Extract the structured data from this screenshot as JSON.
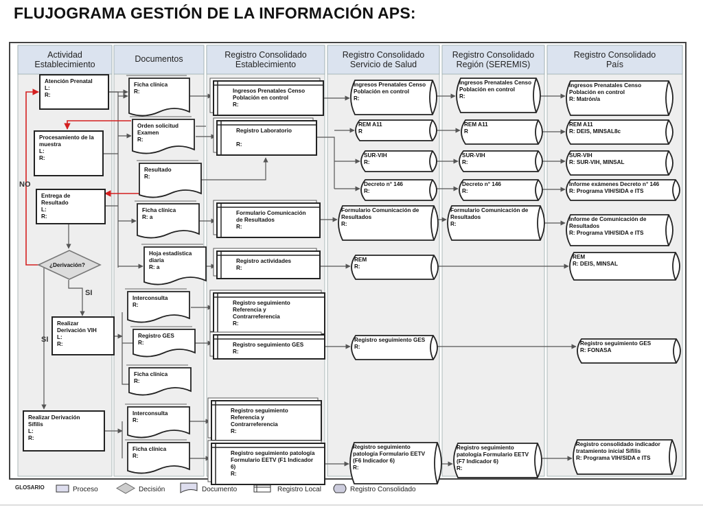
{
  "title": "FLUJOGRAMA GESTIÓN DE LA INFORMACIÓN APS:",
  "colors": {
    "lane_header_bg": "#dbe3ef",
    "lane_bg": "#eeeeee",
    "line": "#555555",
    "red": "#d41e1e",
    "region_header_text": "#d41e1e"
  },
  "lanes": [
    {
      "id": "actividad",
      "lines": [
        "Actividad",
        "Establecimiento"
      ]
    },
    {
      "id": "documentos",
      "lines": [
        "Documentos"
      ]
    },
    {
      "id": "reg_est",
      "lines": [
        "Registro Consolidado",
        "Establecimiento"
      ]
    },
    {
      "id": "reg_ss",
      "lines": [
        "Registro Consolidado",
        "Servicio de Salud"
      ]
    },
    {
      "id": "reg_region",
      "lines": [
        "Registro Consolidado",
        "Región (SEREMIS)"
      ]
    },
    {
      "id": "reg_pais",
      "lines": [
        "Registro Consolidado",
        "País"
      ]
    }
  ],
  "side_labels": {
    "no": "NO",
    "si_top": "SI",
    "si_left": "SI"
  },
  "nodes": {
    "atencion": {
      "lines": [
        "Atención Prenatal",
        "L:",
        "R:"
      ]
    },
    "procesamiento": {
      "lines": [
        "Procesamiento de la",
        "muestra",
        "L:",
        "R:"
      ]
    },
    "entrega": {
      "lines": [
        "Entrega de",
        "Resultado",
        "L:",
        "R:"
      ]
    },
    "derivacion": {
      "lines": [
        "¿Derivación?"
      ]
    },
    "realizar_vih": {
      "lines": [
        "Realizar",
        "Derivación VIH",
        "L:",
        "R:"
      ]
    },
    "realizar_sifilis": {
      "lines": [
        "Realizar Derivación",
        "Sífilis",
        "L:",
        "R:"
      ]
    },
    "d_ficha1": {
      "lines": [
        "Ficha clínica",
        "R:"
      ]
    },
    "d_orden": {
      "lines": [
        "Orden solicitud",
        "Examen",
        "R:"
      ]
    },
    "d_resultado": {
      "lines": [
        "Resultado",
        "R:"
      ]
    },
    "d_ficha2": {
      "lines": [
        "Ficha clínica",
        "R: a"
      ]
    },
    "d_hoja": {
      "lines": [
        "Hoja estadística",
        "diaria",
        "R: a"
      ]
    },
    "d_interc1": {
      "lines": [
        "Interconsulta",
        "R:"
      ]
    },
    "d_ges": {
      "lines": [
        "Registro GES",
        "R:"
      ]
    },
    "d_ficha3": {
      "lines": [
        "Ficha clínica",
        "R:"
      ]
    },
    "d_interc2": {
      "lines": [
        "Interconsulta",
        "R:"
      ]
    },
    "d_ficha4": {
      "lines": [
        "Ficha clínica",
        "R:"
      ]
    },
    "e_ingresos": {
      "lines": [
        "Ingresos Prenatales Censo",
        "Población en control",
        "R:"
      ]
    },
    "e_lab": {
      "lines": [
        "Registro Laboratorio",
        "",
        "R:"
      ]
    },
    "e_form": {
      "lines": [
        "Formulario Comunicación",
        "de Resultados",
        "R:"
      ]
    },
    "e_activ": {
      "lines": [
        "Registro actividades",
        "R:"
      ]
    },
    "e_segref1": {
      "lines": [
        "Registro seguimiento",
        "Referencia y",
        "Contrarreferencia",
        "R:"
      ]
    },
    "e_segges": {
      "lines": [
        "Registro seguimiento GES",
        "R:"
      ]
    },
    "e_segref2": {
      "lines": [
        "Registro seguimiento",
        "Referencia y",
        "Contrarreferencia",
        "R:"
      ]
    },
    "e_segpat": {
      "lines": [
        "Registro seguimiento patología",
        "Formulario EETV (F1 Indicador",
        "6)",
        "R:"
      ]
    },
    "s_ingresos": {
      "lines": [
        "Ingresos Prenatales Censo",
        "Población en control",
        "R:"
      ]
    },
    "s_rem": {
      "lines": [
        "REM A11",
        "R"
      ]
    },
    "s_sur": {
      "lines": [
        "SUR-VIH",
        "R:"
      ]
    },
    "s_decreto": {
      "lines": [
        "Decreto n° 146",
        "R:"
      ]
    },
    "s_form": {
      "lines": [
        "Formulario Comunicación de",
        "Resultados",
        "R:"
      ]
    },
    "s_rem2": {
      "lines": [
        "REM",
        "R:"
      ]
    },
    "s_segges": {
      "lines": [
        "Registro seguimiento GES",
        "R:"
      ]
    },
    "s_segpat": {
      "lines": [
        "Registro seguimiento",
        "patología Formulario EETV",
        "(F6 Indicador 6)",
        "R:"
      ]
    },
    "r_ingresos": {
      "lines": [
        "Ingresos Prenatales Censo",
        "Población en control",
        "R:"
      ]
    },
    "r_rem": {
      "lines": [
        "REM A11",
        "R"
      ]
    },
    "r_sur": {
      "lines": [
        "SUR-VIH",
        "R:"
      ]
    },
    "r_decreto": {
      "lines": [
        "Decreto n° 146",
        "R:"
      ]
    },
    "r_form": {
      "lines": [
        "Formulario Comunicación de",
        "Resultados",
        "R:"
      ]
    },
    "r_segpat": {
      "lines": [
        "Registro seguimiento",
        "patología Formulario EETV",
        "(F7 Indicador 6)",
        "R:"
      ]
    },
    "p_ingresos": {
      "lines": [
        "Ingresos Prenatales Censo",
        "Población en control",
        "R: Matrón/a"
      ]
    },
    "p_rem": {
      "lines": [
        "REM A11",
        "R: DEIS, MINSAL8c"
      ]
    },
    "p_sur": {
      "lines": [
        "SUR-VIH",
        "R: SUR-VIH, MINSAL"
      ]
    },
    "p_informe": {
      "lines": [
        "Informe exámenes Decreto n° 146",
        "R: Programa VIH/SIDA e ITS"
      ]
    },
    "p_comunic": {
      "lines": [
        "Informe de Comunicación de",
        "Resultados",
        "R: Programa VIH/SIDA e ITS"
      ]
    },
    "p_rem2": {
      "lines": [
        "REM",
        "R: DEIS, MINSAL"
      ]
    },
    "p_segges": {
      "lines": [
        "Registro  seguimiento GES",
        "R: FONASA"
      ]
    },
    "p_sifilis": {
      "lines": [
        "Registro consolidado indicador",
        "tratamiento inicial Sífilis",
        "R: Programa VIH/SIDA e ITS"
      ]
    }
  },
  "legend": {
    "title": "GLOSARIO",
    "items": [
      "Proceso",
      "Decisión",
      "Documento",
      "Registro Local",
      "Registro Consolidado"
    ]
  }
}
